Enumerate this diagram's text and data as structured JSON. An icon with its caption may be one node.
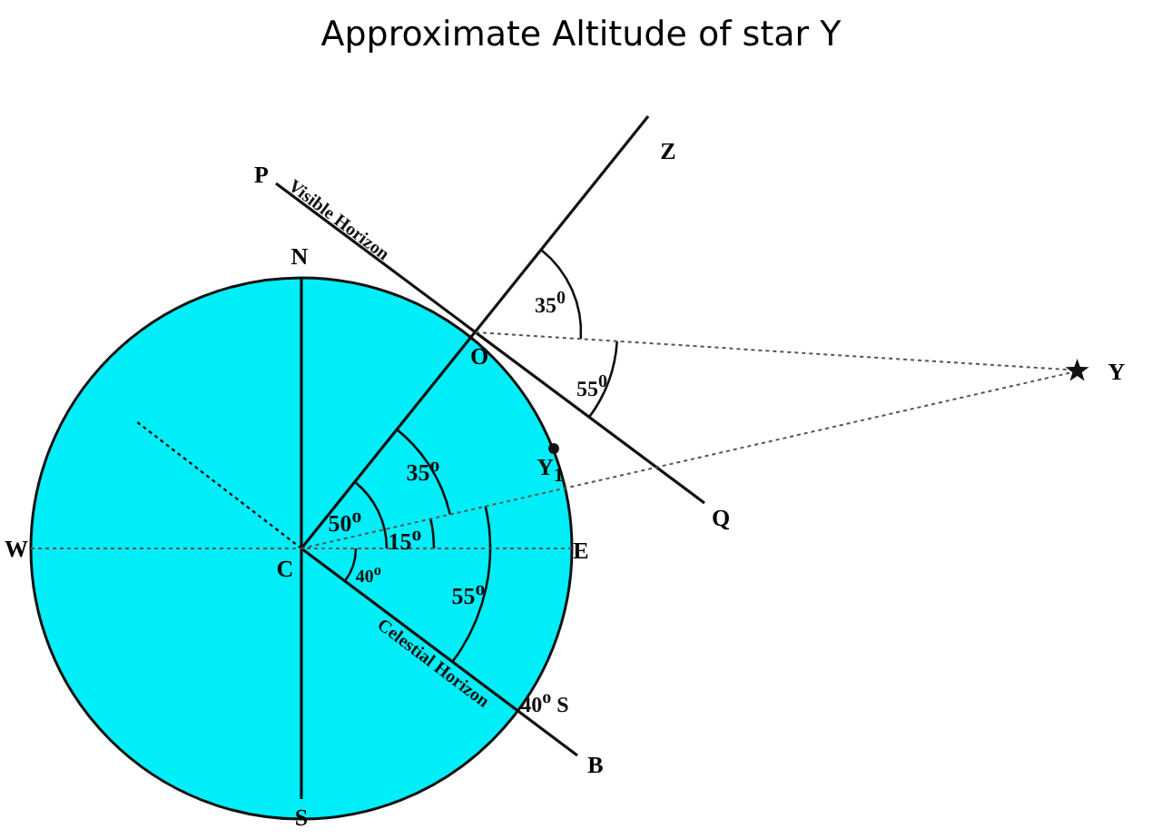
{
  "diagram": {
    "title": "Approximate Altitude of star Y",
    "nodes": [
      {
        "text": [
          "N"
        ]
      },
      {
        "text": [
          "S"
        ]
      },
      {
        "text": [
          "W"
        ]
      },
      {
        "text": [
          "E"
        ]
      },
      {
        "text": [
          "C"
        ]
      },
      {
        "text": [
          "O"
        ]
      },
      {
        "text": [
          "Z"
        ]
      },
      {
        "text": [
          "P"
        ]
      },
      {
        "text": [
          "Q"
        ]
      },
      {
        "text": [
          "B"
        ]
      },
      {
        "text": [
          "Y"
        ]
      }
    ],
    "edges": [
      {
        "from": 0,
        "to": 1,
        "arrow": "none"
      },
      {
        "from": 2,
        "to": 3,
        "arrow": "none",
        "style": "dashed"
      },
      {
        "from": 4,
        "to": 6,
        "arrow": "none"
      },
      {
        "from": 7,
        "to": 8,
        "arrow": "none"
      },
      {
        "from": 4,
        "to": 9,
        "arrow": "none"
      },
      {
        "from": 5,
        "to": 10,
        "arrow": "none",
        "style": "dashed"
      },
      {
        "from": 4,
        "to": 10,
        "arrow": "none",
        "style": "dashed"
      }
    ],
    "labels": [
      "Visible Horizon",
      "35$^{0}$",
      "55$^{0}$",
      "Y$_{1}$",
      "35$^{o}$",
      "50$^{o}$",
      "15$^{o}$",
      "40$^{o}$",
      "55$^{o}$",
      "Celestial Horizon",
      "40$^{o}$ S"
    ]
  }
}
